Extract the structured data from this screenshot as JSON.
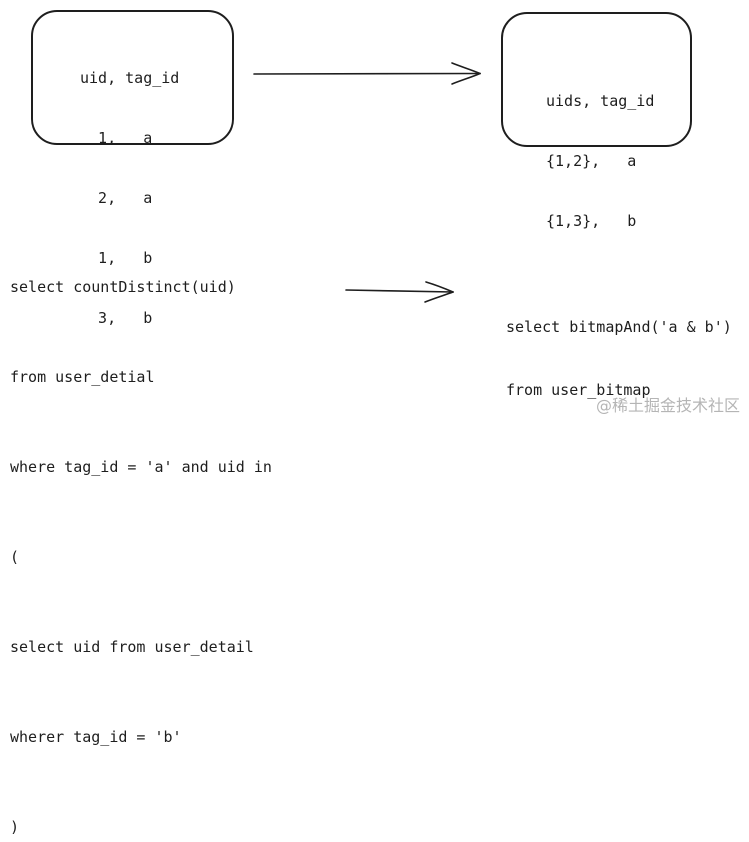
{
  "left_table": {
    "lines": [
      "uid, tag_id",
      "  1,   a",
      "  2,   a",
      "  1,   b",
      "  3,   b"
    ]
  },
  "right_table": {
    "lines": [
      "uids, tag_id",
      "{1,2},   a",
      "{1,3},   b"
    ]
  },
  "sql_left": {
    "lines": [
      "select countDistinct(uid)",
      "from user_detial",
      "where tag_id = 'a' and uid in",
      "(",
      "select uid from user_detail",
      "wherer tag_id = 'b'",
      ")"
    ]
  },
  "sql_right": {
    "lines": [
      "select bitmapAnd('a & b')",
      "from user_bitmap"
    ]
  },
  "watermark": "@稀土掘金技术社区",
  "colors": {
    "stroke": "#1e1e1e",
    "watermark": "#b5b5b5"
  }
}
